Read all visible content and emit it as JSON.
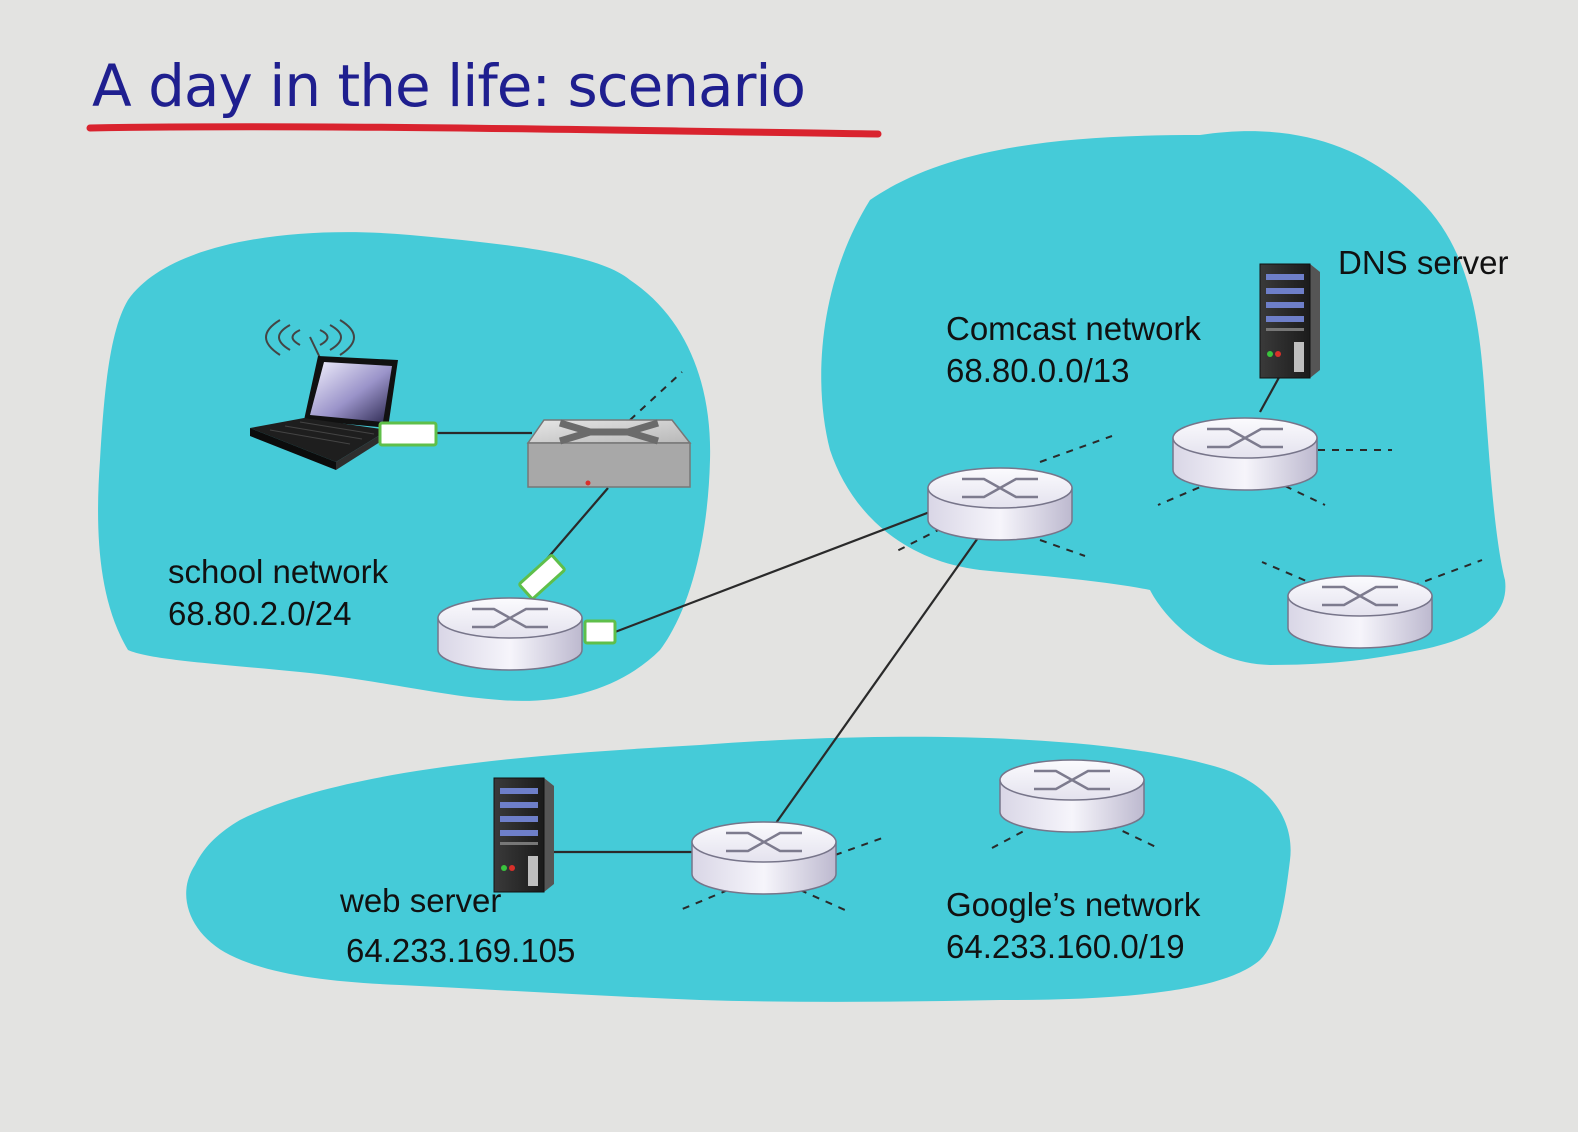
{
  "title": "A day in the life: scenario",
  "colors": {
    "background": "#e3e3e1",
    "cloud": "#45cbd8",
    "title": "#1f1f8f",
    "underline": "#d9232e",
    "link": "#2a2a2a",
    "interface": "#8fd36a"
  },
  "networks": {
    "school": {
      "name": "school network",
      "subnet": "68.80.2.0/24"
    },
    "comcast": {
      "name": "Comcast network",
      "subnet": "68.80.0.0/13"
    },
    "google": {
      "name": "Google’s network",
      "subnet": "64.233.160.0/19"
    }
  },
  "hosts": {
    "dns": {
      "label": "DNS server"
    },
    "web": {
      "label": "web server",
      "address": "64.233.169.105"
    }
  },
  "icons": [
    "laptop-icon",
    "switch-icon",
    "router-icon",
    "server-icon",
    "wireless-icon"
  ]
}
